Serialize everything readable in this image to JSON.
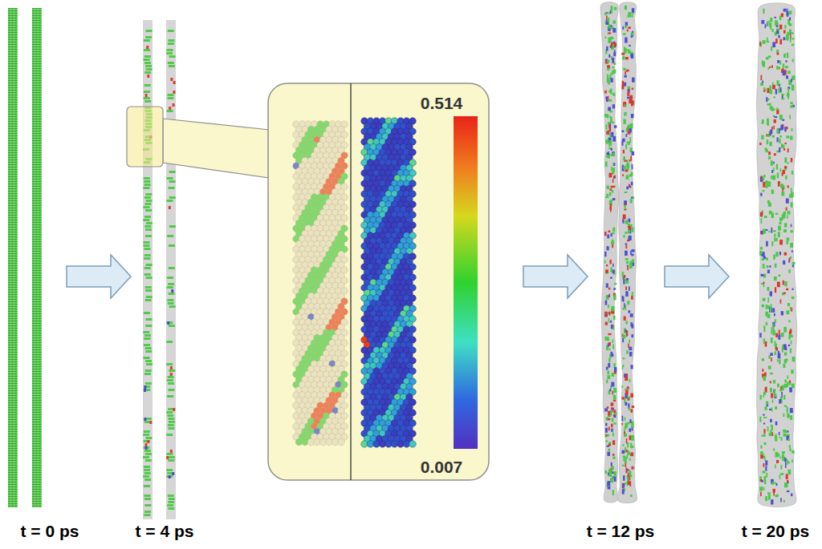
{
  "diagram": {
    "nodes": [
      {
        "text": [
          "0.514",
          "0.007"
        ]
      }
    ],
    "labels": [
      "t = 0 ps",
      "t = 4 ps",
      "t = 12 ps",
      "t = 20 ps"
    ]
  }
}
